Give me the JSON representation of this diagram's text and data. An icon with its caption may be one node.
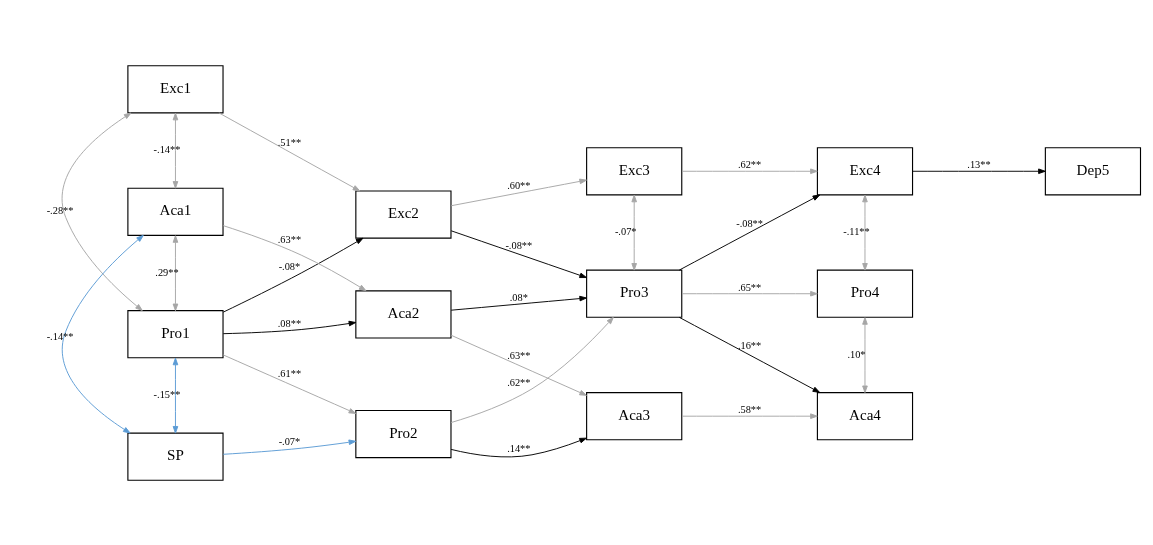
{
  "diagram": {
    "nodes": [
      {
        "text": [
          "Pro1"
        ]
      },
      {
        "text": [
          "Exc1"
        ]
      },
      {
        "text": [
          "Aca1"
        ]
      },
      {
        "text": [
          "SP"
        ]
      },
      {
        "text": [
          "Pro2"
        ]
      },
      {
        "text": [
          "Exc2"
        ]
      },
      {
        "text": [
          "Aca2"
        ]
      },
      {
        "text": [
          "Pro3"
        ]
      },
      {
        "text": [
          "Exc3"
        ]
      },
      {
        "text": [
          "Aca3"
        ]
      },
      {
        "text": [
          "Pro4"
        ]
      },
      {
        "text": [
          "Exc4"
        ]
      },
      {
        "text": [
          "Aca4"
        ]
      },
      {
        "text": [
          "Dep5"
        ]
      }
    ],
    "edges": [
      {
        "from": 0,
        "to": 4,
        "arrow": "to",
        "label": ".61**"
      },
      {
        "from": 0,
        "to": 5,
        "arrow": "to",
        "label": "-.08*",
        "color": "#000000"
      },
      {
        "from": 0,
        "to": 6,
        "arrow": "to",
        "label": ".08**",
        "color": "#000000"
      },
      {
        "from": 1,
        "to": 5,
        "arrow": "to",
        "label": ".51**"
      },
      {
        "from": 2,
        "to": 6,
        "arrow": "to",
        "label": ".63**"
      },
      {
        "from": 3,
        "to": 4,
        "arrow": "to",
        "label": "-.07*",
        "color": "#5b9bd5"
      },
      {
        "from": 0,
        "to": 1,
        "arrow": "both",
        "label": "-.28**"
      },
      {
        "from": 0,
        "to": 2,
        "arrow": "both",
        "label": ".29**"
      },
      {
        "from": 1,
        "to": 2,
        "arrow": "both",
        "label": "-.14**"
      },
      {
        "from": 2,
        "to": 3,
        "arrow": "both",
        "label": "-.14**",
        "color": "#5b9bd5"
      },
      {
        "from": 0,
        "to": 3,
        "arrow": "both",
        "label": "-.15**",
        "color": "#5b9bd5"
      },
      {
        "from": 4,
        "to": 7,
        "arrow": "to",
        "label": ".62**"
      },
      {
        "from": 4,
        "to": 9,
        "arrow": "to",
        "label": ".14**",
        "color": "#000000"
      },
      {
        "from": 5,
        "to": 7,
        "arrow": "to",
        "label": "-.08**",
        "color": "#000000"
      },
      {
        "from": 5,
        "to": 8,
        "arrow": "to",
        "label": ".60**"
      },
      {
        "from": 6,
        "to": 7,
        "arrow": "to",
        "label": ".08*",
        "color": "#000000"
      },
      {
        "from": 6,
        "to": 9,
        "arrow": "to",
        "label": ".63**"
      },
      {
        "from": 7,
        "to": 10,
        "arrow": "to",
        "label": ".65**"
      },
      {
        "from": 7,
        "to": 11,
        "arrow": "to",
        "label": "-.08**",
        "color": "#000000"
      },
      {
        "from": 7,
        "to": 12,
        "arrow": "to",
        "label": ".16**",
        "color": "#000000"
      },
      {
        "from": 7,
        "to": 8,
        "arrow": "both",
        "label": "-.07*"
      },
      {
        "from": 8,
        "to": 11,
        "arrow": "to",
        "label": ".62**"
      },
      {
        "from": 9,
        "to": 12,
        "arrow": "to",
        "label": ".58**"
      },
      {
        "from": 10,
        "to": 11,
        "arrow": "both",
        "label": "-.11**"
      },
      {
        "from": 10,
        "to": 12,
        "arrow": "both",
        "label": ".10*"
      },
      {
        "from": 11,
        "to": 13,
        "arrow": "to",
        "label": ".13**",
        "color": "#000000"
      }
    ]
  }
}
